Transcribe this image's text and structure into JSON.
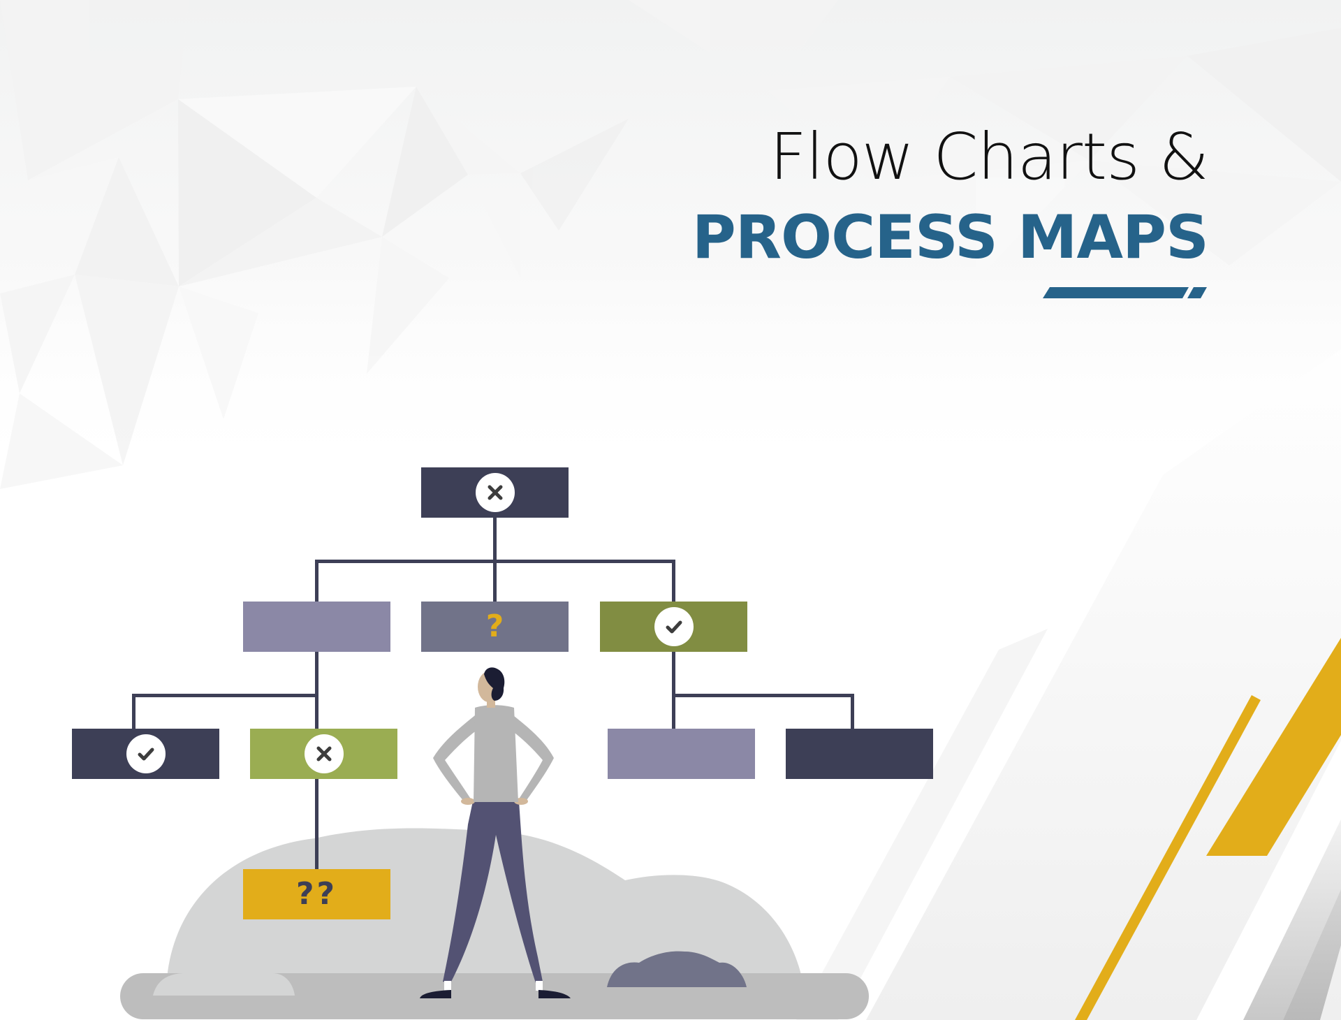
{
  "title": {
    "line1": "Flow Charts &",
    "line2": "PROCESS MAPS",
    "line1_color": "#111111",
    "line2_color": "#26638A",
    "underline_color": "#26638A"
  },
  "palette": {
    "navy": "#3D3F56",
    "lavender": "#8B88A6",
    "slate": "#717389",
    "olive": "#818D42",
    "lime": "#9AAD52",
    "gold": "#E2AD1A",
    "connector": "#3D3F56",
    "hill": "#D4D5D5",
    "ground": "#BDBDBD",
    "bush_dark": "#717389",
    "icon_glyph": "#3D3D3D"
  },
  "flowchart": {
    "nodes": [
      {
        "id": "root",
        "level": 0,
        "color": "#3D3F56",
        "icon": "x-icon",
        "label": ""
      },
      {
        "id": "l1-left",
        "level": 1,
        "color": "#8B88A6",
        "icon": "none",
        "label": ""
      },
      {
        "id": "l1-center",
        "level": 1,
        "color": "#717389",
        "icon": "question-icon",
        "label": "?"
      },
      {
        "id": "l1-right",
        "level": 1,
        "color": "#818D42",
        "icon": "check-icon",
        "label": ""
      },
      {
        "id": "l2-a",
        "level": 2,
        "color": "#3D3F56",
        "icon": "check-icon",
        "label": ""
      },
      {
        "id": "l2-b",
        "level": 2,
        "color": "#9AAD52",
        "icon": "x-icon",
        "label": ""
      },
      {
        "id": "l2-c",
        "level": 2,
        "color": "#8B88A6",
        "icon": "none",
        "label": ""
      },
      {
        "id": "l2-d",
        "level": 2,
        "color": "#3D3F56",
        "icon": "none",
        "label": ""
      },
      {
        "id": "l3-a",
        "level": 3,
        "color": "#E2AD1A",
        "icon": "double-question-icon",
        "label": "??"
      }
    ],
    "edges": [
      [
        "root",
        "l1-left"
      ],
      [
        "root",
        "l1-center"
      ],
      [
        "root",
        "l1-right"
      ],
      [
        "l1-left",
        "l2-a"
      ],
      [
        "l1-left",
        "l2-b"
      ],
      [
        "l1-right",
        "l2-c"
      ],
      [
        "l1-right",
        "l2-d"
      ],
      [
        "l2-b",
        "l3-a"
      ]
    ]
  },
  "illustration": {
    "figure": "person-looking-up",
    "shirt": "#B5B5B5",
    "pants": "#535273",
    "hair": "#1B1D33",
    "skin": "#D2B89B",
    "shoes": "#1B1D33"
  },
  "decor": {
    "stripe_gold": "#E2AD1A",
    "stripe_gray_light": "#E6E6E6",
    "stripe_gray_dark": "#BDBDBD"
  }
}
